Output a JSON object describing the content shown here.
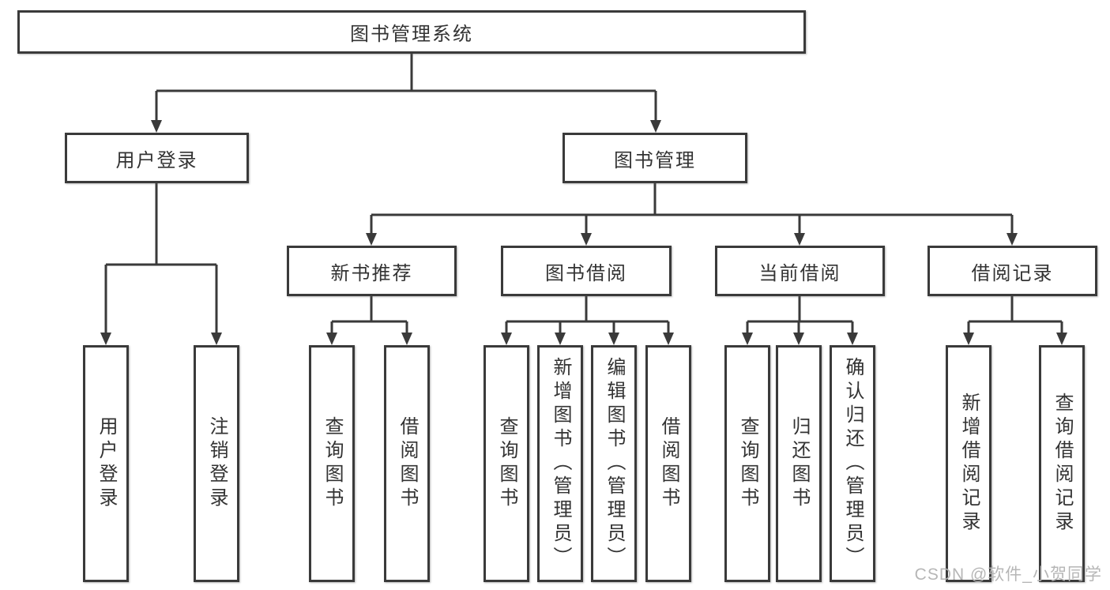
{
  "diagram": {
    "root": "图书管理系统",
    "level2": {
      "user_login": "用户登录",
      "book_management": "图书管理"
    },
    "user_login_children": {
      "login": "用户登录",
      "logout": "注销登录"
    },
    "book_management_children": {
      "new_book_recommend": "新书推荐",
      "book_borrowing": "图书借阅",
      "current_borrowing": "当前借阅",
      "borrowing_records": "借阅记录"
    },
    "new_book_recommend_children": {
      "query_books": "查询图书",
      "borrow_books": "借阅图书"
    },
    "book_borrowing_children": {
      "query_books": "查询图书",
      "add_books_admin": "新增图书（管理员）",
      "edit_books_admin": "编辑图书（管理员）",
      "borrow_books": "借阅图书"
    },
    "current_borrowing_children": {
      "query_books": "查询图书",
      "return_books": "归还图书",
      "confirm_return_admin": "确认归还（管理员）"
    },
    "borrowing_records_children": {
      "add_borrow_record": "新增借阅记录",
      "query_borrow_record": "查询借阅记录"
    }
  },
  "watermark": {
    "text": "CSDN @软件_小贺同学"
  },
  "colors": {
    "line": "#3a3a3a",
    "box_border": "#3a3a3a",
    "text": "#333333",
    "watermark": "#b3b3b3",
    "background": "#ffffff"
  }
}
